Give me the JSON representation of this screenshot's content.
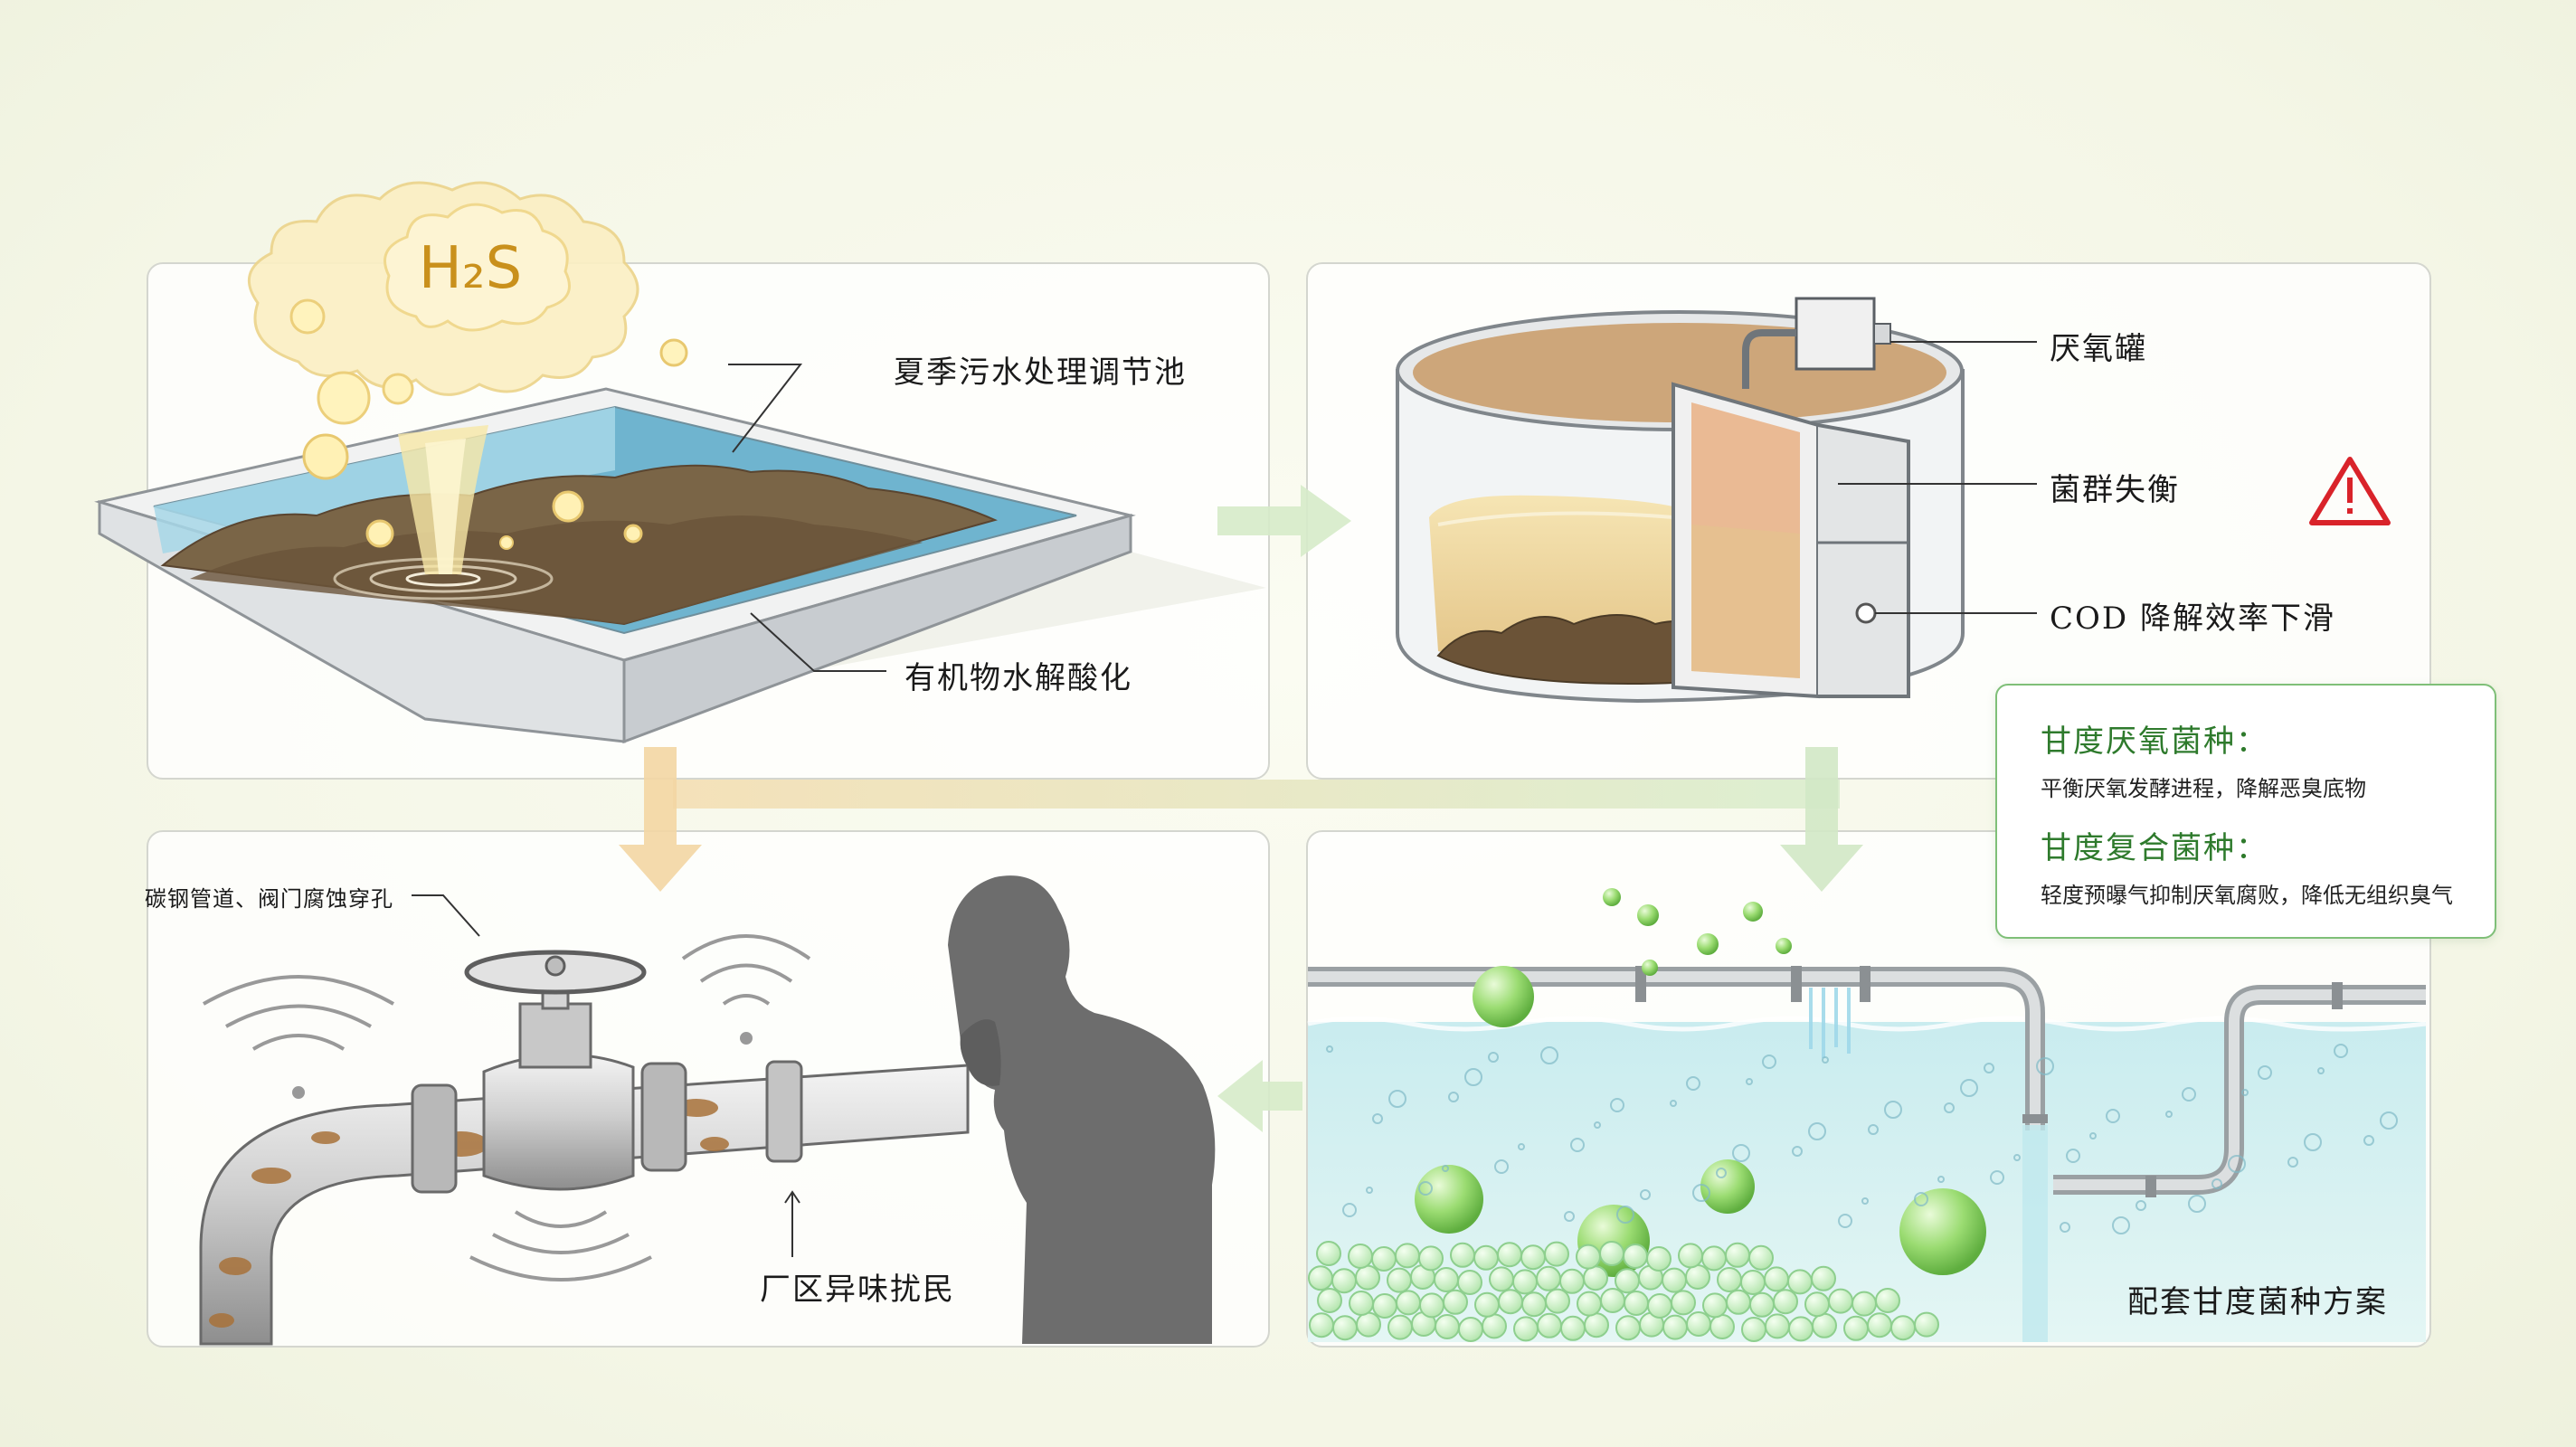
{
  "panels": {
    "tl": {
      "h2s": "H₂S",
      "label_tank": "夏季污水处理调节池",
      "label_acid": "有机物水解酸化"
    },
    "tr": {
      "label_reactor": "厌氧罐",
      "label_imbalance": "菌群失衡",
      "label_cod": "COD 降解效率下滑"
    },
    "bl": {
      "label_corrosion": "碳钢管道、阀门腐蚀穿孔",
      "label_odor": "厂区异味扰民"
    },
    "br": {
      "label_solution": "配套甘度菌种方案"
    }
  },
  "info_box": {
    "item1_title": "甘度厌氧菌种：",
    "item1_desc": "平衡厌氧发酵进程，降解恶臭底物",
    "item2_title": "甘度复合菌种：",
    "item2_desc": "轻度预曝气抑制厌氧腐败，降低无组织臭气"
  },
  "colors": {
    "warning": "#d9232a",
    "accent_green": "#7fbf78",
    "h2s_text": "#c9901c",
    "arrow_green": "#cfe6c2",
    "arrow_orange": "#f3d5a4"
  }
}
